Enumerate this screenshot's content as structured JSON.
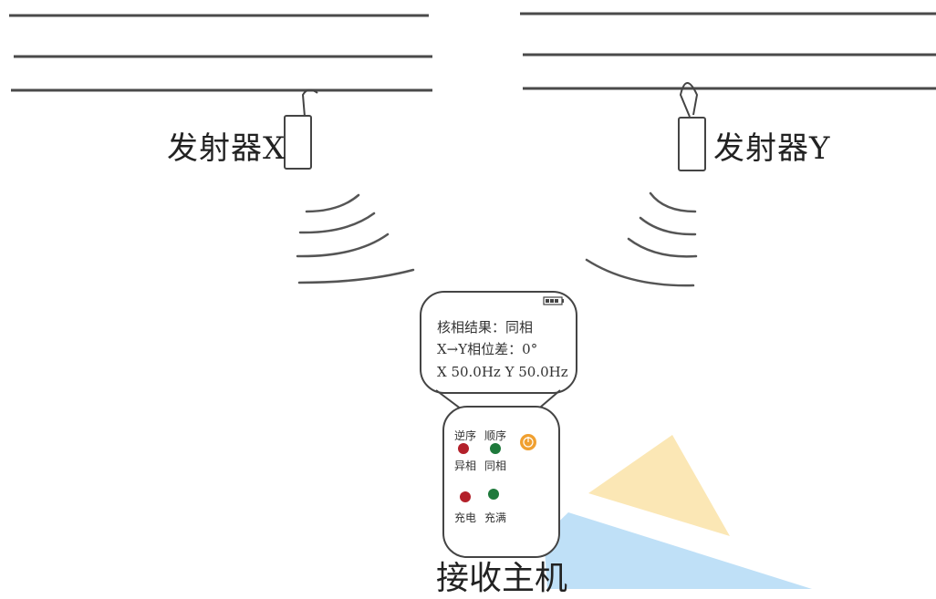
{
  "transmitter_x": {
    "label": "发射器X"
  },
  "transmitter_y": {
    "label": "发射器Y"
  },
  "receiver": {
    "label": "接收主机",
    "screen": {
      "line1": "核相结果：同相",
      "line2": "X→Y相位差：0°",
      "line3": "X 50.0Hz   Y 50.0Hz"
    },
    "indicators": {
      "reverse": "逆序",
      "forward": "顺序",
      "diff_phase": "异相",
      "same_phase": "同相",
      "charging": "充电",
      "full": "充满"
    }
  },
  "colors": {
    "line": "#444444",
    "led_red": "#b3202a",
    "led_green": "#1f7a3c",
    "power_button": "#f0a030",
    "watermark_yellow": "#fbe7b5",
    "watermark_blue": "#bfe0f7"
  },
  "icons": {
    "battery": "battery-icon",
    "power": "power-icon"
  }
}
